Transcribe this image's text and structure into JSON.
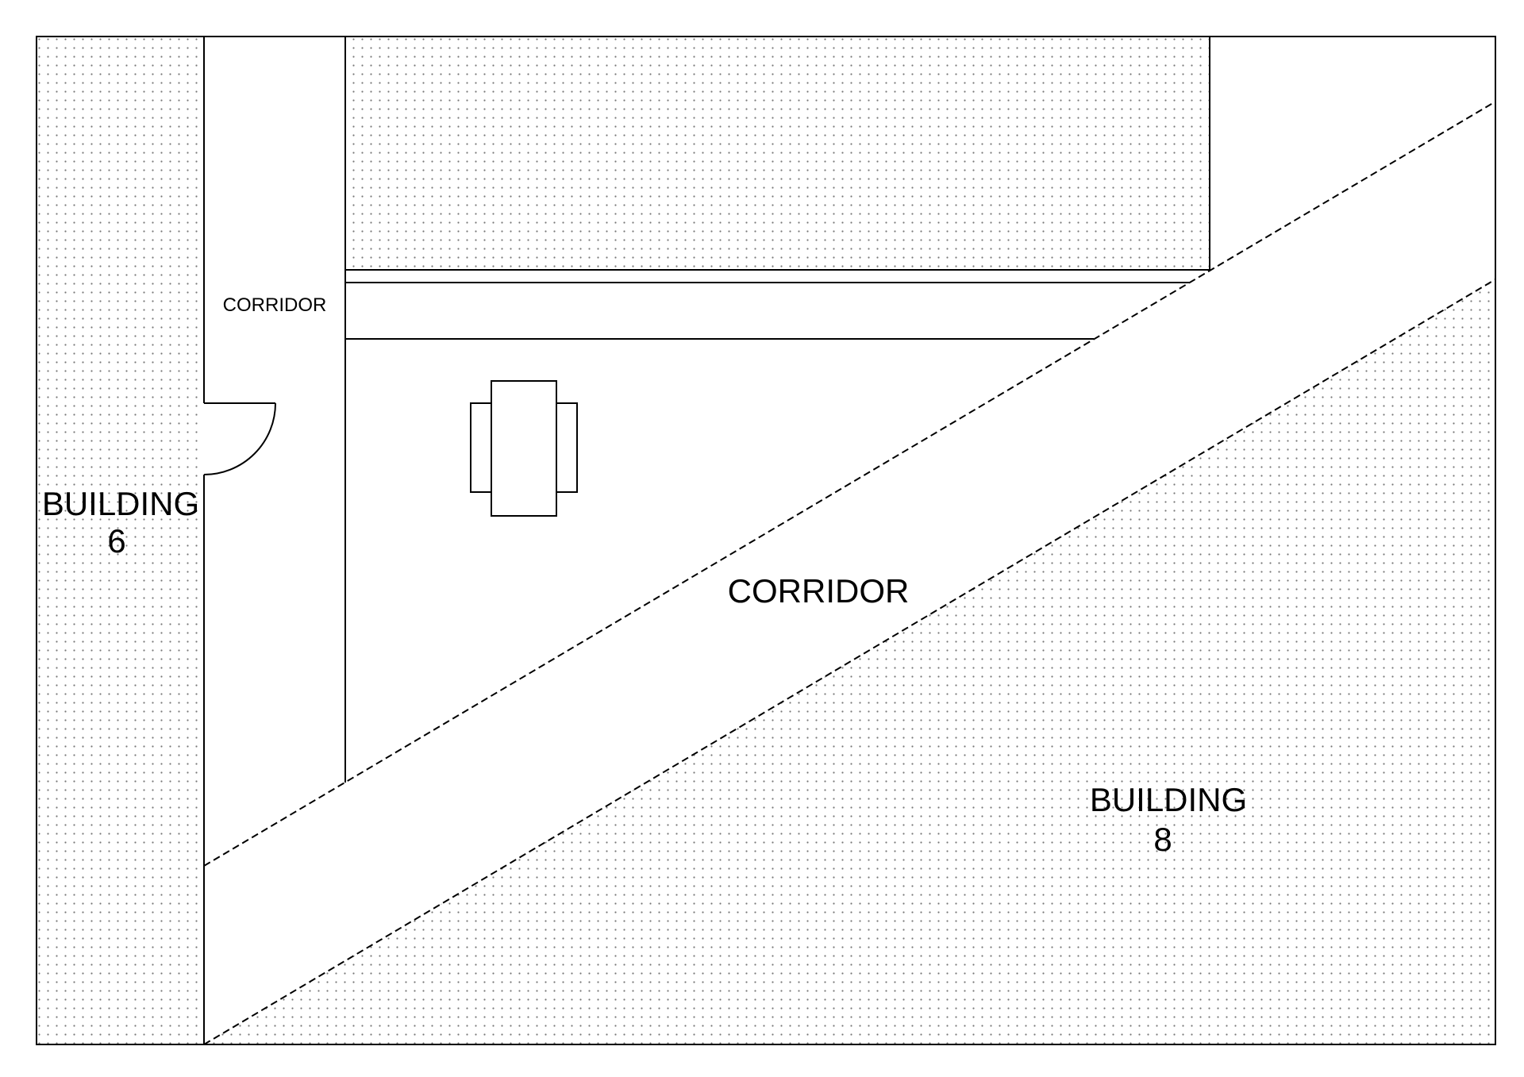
{
  "plan": {
    "labels": {
      "building_6_line1": "BUILDING",
      "building_6_line2": "6",
      "building_8_line1": "BUILDING",
      "building_8_line2": "8",
      "main_corridor": "CORRIDOR",
      "side_corridor": "CORRIDOR"
    },
    "colors": {
      "stroke": "#000000",
      "background": "#ffffff",
      "stipple": "#777777"
    }
  }
}
